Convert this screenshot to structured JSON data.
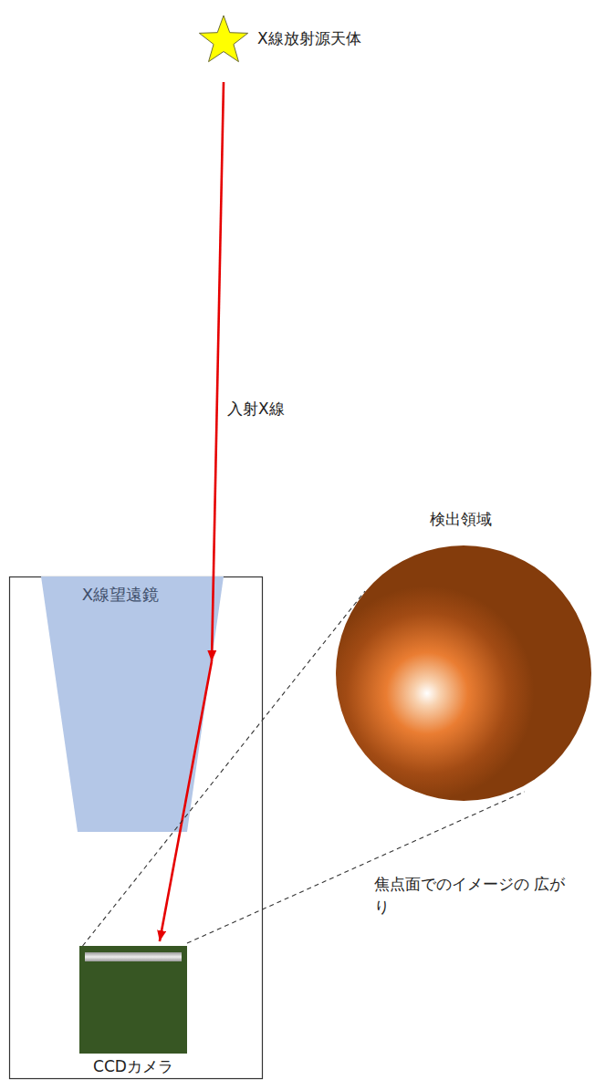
{
  "diagram": {
    "nodes": [
      {
        "text": [
          "X線放射源天体"
        ]
      },
      {
        "text": [
          "X線望遠鏡"
        ]
      },
      {
        "text": [
          "CCDカメラ"
        ]
      },
      {
        "text": [
          "検出領域"
        ]
      }
    ],
    "edges": [
      {
        "from": 0,
        "to": 1,
        "arrow": "to",
        "label": "入射X線"
      },
      {
        "from": 1,
        "to": 2,
        "arrow": "to"
      },
      {
        "from": 2,
        "to": 3,
        "arrow": "none",
        "label": "焦点面でのイメージの 広がり"
      }
    ]
  }
}
